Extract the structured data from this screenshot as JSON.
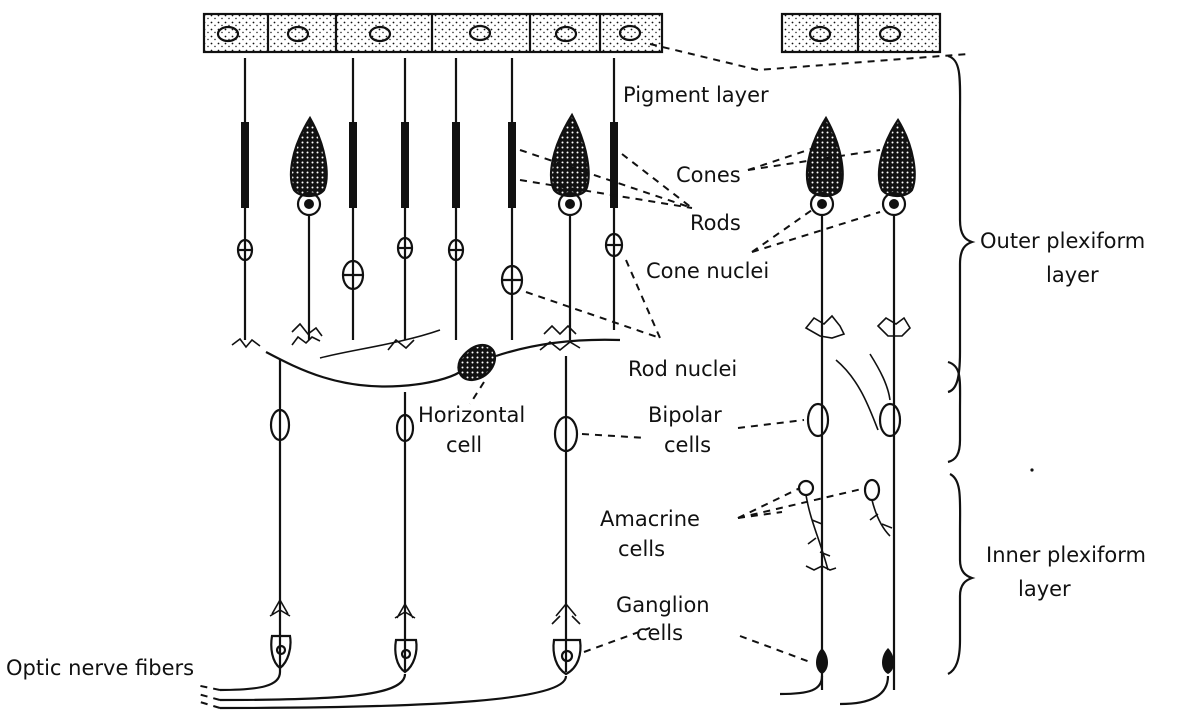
{
  "labels": {
    "pigment_layer": "Pigment layer",
    "cones": "Cones",
    "rods": "Rods",
    "cone_nuclei": "Cone nuclei",
    "rod_nuclei": "Rod nuclei",
    "horizontal_1": "Horizontal",
    "horizontal_2": "cell",
    "bipolar_1": "Bipolar",
    "bipolar_2": "cells",
    "amacrine_1": "Amacrine",
    "amacrine_2": "cells",
    "ganglion_1": "Ganglion",
    "ganglion_2": "cells",
    "optic_nerve_fibers": "Optic nerve fibers",
    "outer_plexiform_1": "Outer plexiform",
    "outer_plexiform_2": "layer",
    "inner_plexiform_1": "Inner plexiform",
    "inner_plexiform_2": "layer"
  },
  "colors": {
    "ink": "#111111",
    "background": "#ffffff"
  }
}
